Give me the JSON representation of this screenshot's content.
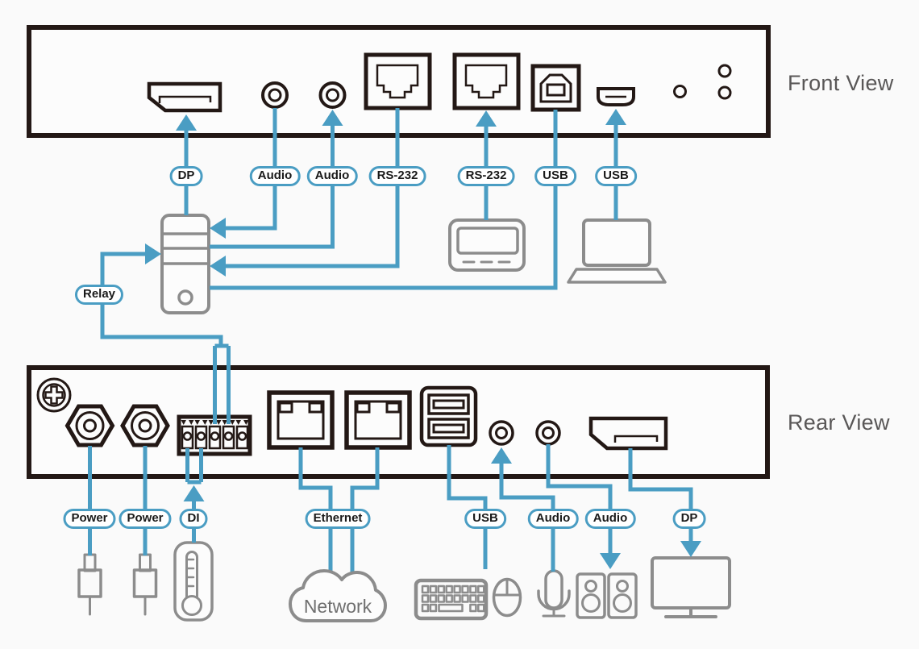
{
  "diagram": {
    "front": {
      "title": "Front View",
      "pills": {
        "dp": "DP",
        "audio_in": "Audio",
        "audio_out": "Audio",
        "rs232_a": "RS-232",
        "rs232_b": "RS-232",
        "usb_b": "USB",
        "usb_mini": "USB"
      },
      "relay": "Relay"
    },
    "rear": {
      "title": "Rear View",
      "pills": {
        "power_a": "Power",
        "power_b": "Power",
        "di": "DI",
        "ethernet": "Ethernet",
        "usb": "USB",
        "audio_mic": "Audio",
        "audio_spk": "Audio",
        "dp": "DP"
      },
      "network": "Network"
    },
    "icons": {
      "front_connectors": [
        "displayport-port",
        "audio-jack",
        "audio-jack",
        "rj45-port",
        "rj45-port",
        "usb-type-b-port",
        "mini-usb-port",
        "indicator-hole",
        "indicator-hole",
        "indicator-hole"
      ],
      "rear_connectors": [
        "ground-screw",
        "power-socket",
        "power-socket",
        "terminal-block",
        "rj45-port",
        "rj45-port",
        "dual-usb-a-port",
        "audio-jack",
        "audio-jack",
        "displayport-port"
      ],
      "devices": [
        "computer-tower",
        "serial-device",
        "laptop",
        "dc-power-plug",
        "dc-power-plug",
        "temperature-sensor",
        "network-cloud",
        "keyboard",
        "mouse",
        "microphone",
        "speakers",
        "monitor"
      ]
    },
    "colors": {
      "accent": "#4A9DC3",
      "outline": "#231815",
      "device_gray": "#8C8C8C",
      "title_gray": "#595757",
      "pill_text": "#1A1A1A",
      "panel_fill": "#FCFCFC",
      "background": "#FAFAFA",
      "network_text": "#6F6F6F"
    }
  }
}
